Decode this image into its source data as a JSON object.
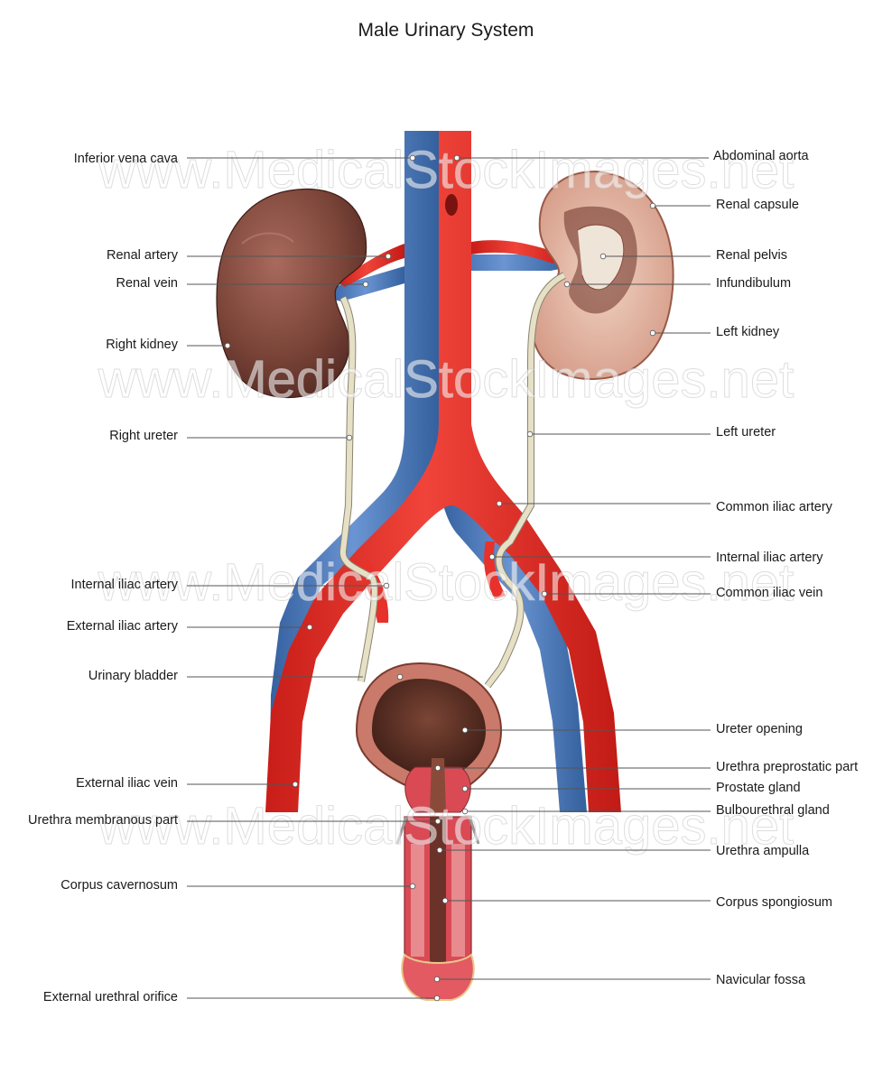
{
  "title": "Male Urinary System",
  "watermark": "www.MedicalStockImages.net",
  "colors": {
    "artery": "#e8312a",
    "vein": "#4a78bb",
    "kidney": "#7a4438",
    "ureter": "#e6e0c6",
    "bladder": "#6a3a2e",
    "tissue": "#d94a55"
  },
  "labels": {
    "left": [
      "Inferior vena cava",
      "Renal artery",
      "Renal vein",
      "Right kidney",
      "Right ureter",
      "Internal iliac artery",
      "External iliac artery",
      "Urinary bladder",
      "External iliac vein",
      "Urethra membranous part",
      "Corpus cavernosum",
      "External urethral orifice"
    ],
    "right": [
      "Abdominal aorta",
      "Renal capsule",
      "Renal pelvis",
      "Infundibulum",
      "Left kidney",
      "Left ureter",
      "Common iliac artery",
      "Internal iliac artery",
      "Common iliac vein",
      "Ureter opening",
      "Urethra preprostatic part",
      "Prostate gland",
      "Bulbourethral gland",
      "Urethra ampulla",
      "Corpus spongiosum",
      "Navicular fossa"
    ]
  }
}
